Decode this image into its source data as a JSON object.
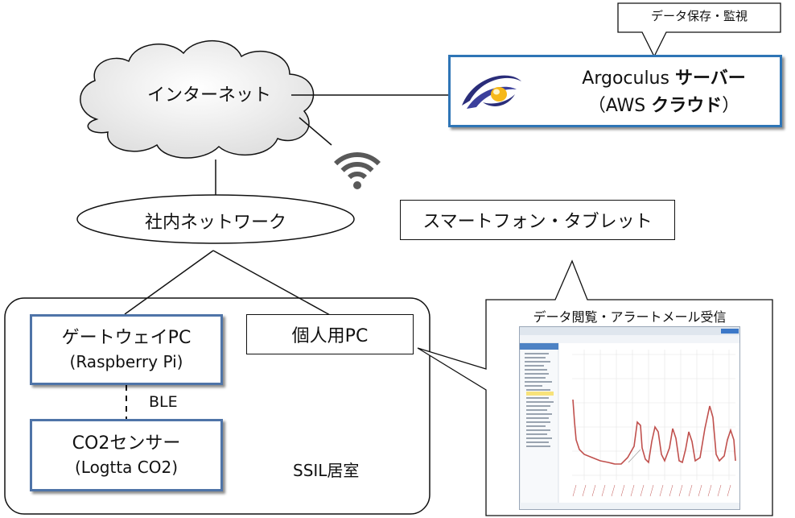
{
  "callout_storage": "データ保存・監視",
  "server": {
    "line1_a": "Argoculus ",
    "line1_b": "サーバー",
    "line2_a": "（AWS ",
    "line2_b": "クラウド",
    "line2_c": "）"
  },
  "internet": "インターネット",
  "lan": "社内ネットワーク",
  "smartphone": "スマートフォン・タブレット",
  "gateway": {
    "line1": "ゲートウェイPC",
    "line2": "(Raspberry Pi)"
  },
  "personal_pc": "個人用PC",
  "sensor": {
    "line1": "CO2センサー",
    "line2": "(Logtta CO2)"
  },
  "ble": "BLE",
  "room": "SSIL居室",
  "callout_view": "データ閲覧・アラートメール受信",
  "colors": {
    "box_border": "#4f74a8",
    "server_border": "#2e75b6",
    "cloud_fill_light": "#ffffff",
    "cloud_fill_dark": "#e3e3e3",
    "chart_line": "#c0504d"
  },
  "icons": [
    "argoculus-logo-icon",
    "wifi-icon"
  ]
}
